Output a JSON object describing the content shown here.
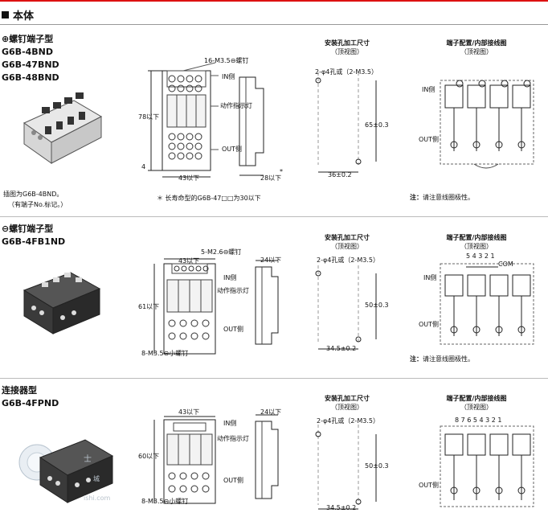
{
  "page": {
    "title": "本体"
  },
  "sections": [
    {
      "type_title": "⊕螺钉端子型",
      "models": [
        "G6B-4BND",
        "G6B-47BND",
        "G6B-48BND"
      ],
      "caption_lines": [
        "插图为G6B-4BND。",
        "（有端子No.标记。）"
      ],
      "dims": {
        "screw": "16-M3.5⊖螺钉",
        "height": "78以下",
        "bottom": "4",
        "width": "43以下",
        "depth": "28以下",
        "star": "*"
      },
      "labels": {
        "in_side": "IN侧",
        "indicator": "动作指示灯",
        "out_side": "OUT侧"
      },
      "footnote": "＊ 长寿命型的G6B-47□□为30以下",
      "mount": {
        "header": "安装孔加工尺寸",
        "view": "（顶视图）",
        "holes": "2-φ4孔或（2-M3.5）",
        "vertical": "65±0.3",
        "horizontal": "36±0.2"
      },
      "wiring": {
        "header": "端子配置/内部接线图",
        "view": "（顶视图）",
        "in_side": "IN侧",
        "out_side": "OUT侧"
      },
      "note_label": "注：",
      "note_text": "请注意线圈极性。"
    },
    {
      "type_title": "⊖螺钉端子型",
      "models": [
        "G6B-4FB1ND"
      ],
      "dims": {
        "width": "43以下",
        "screw": "5-M2.6⊖螺钉",
        "depth": "24以下",
        "height": "61以下",
        "bottom_screw": "8-M3.5⊖小螺钉"
      },
      "labels": {
        "in_side": "IN侧",
        "indicator": "动作指示灯",
        "out_side": "OUT侧"
      },
      "mount": {
        "header": "安装孔加工尺寸",
        "view": "（顶视图）",
        "holes": "2-φ4孔或（2-M3.5）",
        "vertical": "50±0.3",
        "horizontal": "34.5±0.2"
      },
      "wiring": {
        "header": "端子配置/内部接线图",
        "view": "（顶视图）",
        "in_side": "IN侧",
        "out_side": "OUT侧",
        "top_numbers": "5 4 3 2 1",
        "com": "COM"
      },
      "note_label": "注：",
      "note_text": "请注意线圈极性。"
    },
    {
      "type_title": "连接器型",
      "models": [
        "G6B-4FPND"
      ],
      "dims": {
        "width": "43以下",
        "depth": "24以下",
        "height": "60以下",
        "bottom_screw": "8-M3.5⊖小螺钉"
      },
      "labels": {
        "in_side": "IN侧",
        "indicator": "动作指示灯",
        "out_side": "OUT侧"
      },
      "mount": {
        "header": "安装孔加工尺寸",
        "view": "（顶视图）",
        "holes": "2-φ4孔或（2-M3.5）",
        "vertical": "50±0.3",
        "horizontal": "34.5±0.2"
      },
      "wiring": {
        "header": "端子配置/内部接线图",
        "view": "（顶视图）",
        "top_numbers": "8 7 6 5 4 3 2 1",
        "out_side": "OUT侧"
      }
    }
  ],
  "watermark": {
    "line1": "士",
    "line2": "城",
    "line3": "ishi.com"
  }
}
